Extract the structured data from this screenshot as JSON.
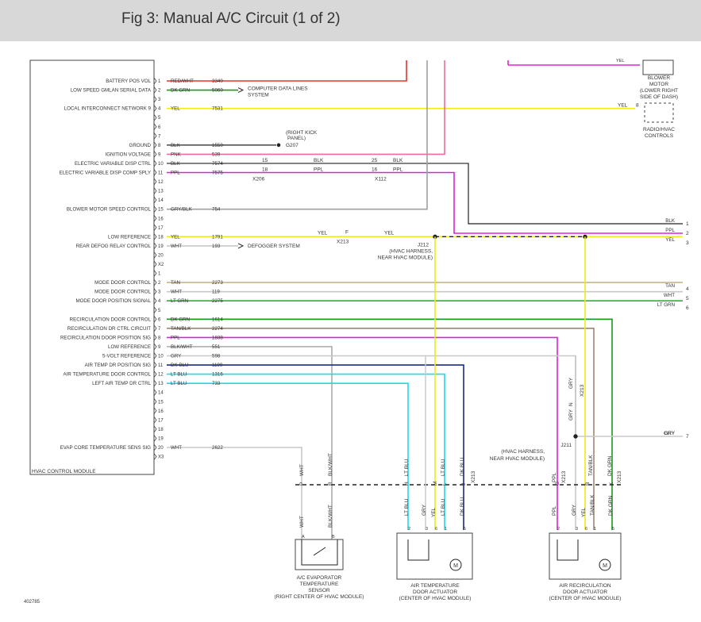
{
  "title": "Fig 3: Manual A/C Circuit (1 of 2)",
  "colors": {
    "red": "#e8322b",
    "pink": "#f06ca0",
    "magenta": "#e020d8",
    "yellow": "#f0ea18",
    "green": "#22bb22",
    "darkgreen": "#1a9a1a",
    "gray": "#a0a0a0",
    "lightgray": "#c8c8c8",
    "tan": "#c8b48c",
    "tanblk": "#9a8870",
    "darkblue": "#1a2a8a",
    "cyan": "#20d8e8",
    "black": "#222222",
    "purple": "#a020a0"
  },
  "module_name": "HVAC CONTROL MODULE",
  "pins": [
    {
      "pin": "1",
      "wire": "RED/WHT",
      "ckt": "3340",
      "label": "BATTERY POS VOL"
    },
    {
      "pin": "2",
      "wire": "DK GRN",
      "ckt": "5060",
      "label": "LOW SPEED GMLAN SERIAL DATA"
    },
    {
      "pin": "3",
      "wire": "",
      "ckt": "",
      "label": ""
    },
    {
      "pin": "4",
      "wire": "YEL",
      "ckt": "7531",
      "label": "LOCAL INTERCONNECT NETWORK 9"
    },
    {
      "pin": "5",
      "wire": "",
      "ckt": "",
      "label": ""
    },
    {
      "pin": "6",
      "wire": "",
      "ckt": "",
      "label": ""
    },
    {
      "pin": "7",
      "wire": "",
      "ckt": "",
      "label": ""
    },
    {
      "pin": "8",
      "wire": "BLK",
      "ckt": "1550",
      "label": "GROUND"
    },
    {
      "pin": "9",
      "wire": "PNK",
      "ckt": "539",
      "label": "IGNITION VOLTAGE"
    },
    {
      "pin": "10",
      "wire": "BLK",
      "ckt": "7574",
      "label": "ELECTRIC VARIABLE DISP CTRL"
    },
    {
      "pin": "11",
      "wire": "PPL",
      "ckt": "7575",
      "label": "ELECTRIC VARIABLE DISP COMP SPLY"
    },
    {
      "pin": "12",
      "wire": "",
      "ckt": "",
      "label": ""
    },
    {
      "pin": "13",
      "wire": "",
      "ckt": "",
      "label": ""
    },
    {
      "pin": "14",
      "wire": "",
      "ckt": "",
      "label": ""
    },
    {
      "pin": "15",
      "wire": "GRY/BLK",
      "ckt": "754",
      "label": "BLOWER MOTOR SPEED CONTROL"
    },
    {
      "pin": "16",
      "wire": "",
      "ckt": "",
      "label": ""
    },
    {
      "pin": "17",
      "wire": "",
      "ckt": "",
      "label": ""
    },
    {
      "pin": "18",
      "wire": "YEL",
      "ckt": "1791",
      "label": "LOW REFERENCE"
    },
    {
      "pin": "19",
      "wire": "WHT",
      "ckt": "193",
      "label": "REAR DEFOG RELAY CONTROL"
    },
    {
      "pin": "20",
      "wire": "",
      "ckt": "",
      "label": ""
    },
    {
      "pin": "X2",
      "wire": "",
      "ckt": "",
      "label": ""
    },
    {
      "pin": "1",
      "wire": "",
      "ckt": "",
      "label": ""
    },
    {
      "pin": "2",
      "wire": "TAN",
      "ckt": "2273",
      "label": "MODE DOOR CONTROL"
    },
    {
      "pin": "3",
      "wire": "WHT",
      "ckt": "119",
      "label": "MODE DOOR CONTROL"
    },
    {
      "pin": "4",
      "wire": "LT GRN",
      "ckt": "2275",
      "label": "MODE DOOR POSITION SIGNAL"
    },
    {
      "pin": "5",
      "wire": "",
      "ckt": "",
      "label": ""
    },
    {
      "pin": "6",
      "wire": "DK GRN",
      "ckt": "1614",
      "label": "RECIRCULATION DOOR CONTROL"
    },
    {
      "pin": "7",
      "wire": "TAN/BLK",
      "ckt": "2274",
      "label": "RECIRCULATION DR CTRL CIRCUIT"
    },
    {
      "pin": "8",
      "wire": "PPL",
      "ckt": "1838",
      "label": "RECIRCULATION DOOR POSITION SIG"
    },
    {
      "pin": "9",
      "wire": "BLK/WHT",
      "ckt": "551",
      "label": "LOW REFERENCE"
    },
    {
      "pin": "10",
      "wire": "GRY",
      "ckt": "598",
      "label": "5-VOLT REFERENCE"
    },
    {
      "pin": "11",
      "wire": "DK BLU",
      "ckt": "1199",
      "label": "AIR TEMP DR POSITION SIG"
    },
    {
      "pin": "12",
      "wire": "LT BLU",
      "ckt": "1316",
      "label": "AIR TEMPERATURE DOOR CONTROL"
    },
    {
      "pin": "13",
      "wire": "LT BLU",
      "ckt": "733",
      "label": "LEFT AIR TEMP DR CTRL"
    },
    {
      "pin": "14",
      "wire": "",
      "ckt": "",
      "label": ""
    },
    {
      "pin": "15",
      "wire": "",
      "ckt": "",
      "label": ""
    },
    {
      "pin": "16",
      "wire": "",
      "ckt": "",
      "label": ""
    },
    {
      "pin": "17",
      "wire": "",
      "ckt": "",
      "label": ""
    },
    {
      "pin": "18",
      "wire": "",
      "ckt": "",
      "label": ""
    },
    {
      "pin": "19",
      "wire": "",
      "ckt": "",
      "label": ""
    },
    {
      "pin": "20",
      "wire": "WHT",
      "ckt": "2622",
      "label": "EVAP CORE TEMPERATURE SENS SIG"
    },
    {
      "pin": "X3",
      "wire": "",
      "ckt": "",
      "label": ""
    }
  ],
  "notes": {
    "computer_data_1": "COMPUTER DATA LINES",
    "computer_data_2": "SYSTEM",
    "right_kick_1": "(RIGHT KICK",
    "right_kick_2": "PANEL)",
    "g207": "G207",
    "defogger": "DEFOGGER SYSTEM",
    "x206": "X206",
    "x112": "X112",
    "x213": "X213",
    "j212": "J212",
    "j212_1": "(HVAC HARNESS,",
    "j212_2": "NEAR HVAC MODULE)",
    "j211": "J211",
    "j211_1": "(HVAC HARNESS,",
    "j211_2": "NEAR HVAC MODULE)",
    "fig_id": "402785"
  },
  "mid_labels": {
    "c15": "15",
    "c18": "18",
    "c25": "25",
    "c16": "16",
    "blk_a": "BLK",
    "ppl_a": "PPL",
    "blk_b": "BLK",
    "ppl_b": "PPL",
    "yel_a": "YEL",
    "f": "F",
    "yel_b": "YEL",
    "yel_8": "YEL",
    "pin_8": "8"
  },
  "components": {
    "blower_1": "BLOWER",
    "blower_2": "MOTOR",
    "blower_3": "(LOWER RIGHT",
    "blower_4": "SIDE OF DASH)",
    "radio_1": "RADIO/HVAC",
    "radio_2": "CONTROLS",
    "yel_top": "YEL"
  },
  "continuations": [
    {
      "num": "1",
      "wire": "BLK"
    },
    {
      "num": "2",
      "wire": "PPL"
    },
    {
      "num": "3",
      "wire": "YEL"
    },
    {
      "num": "4",
      "wire": "TAN"
    },
    {
      "num": "5",
      "wire": "WHT"
    },
    {
      "num": "6",
      "wire": "LT GRN"
    },
    {
      "num": "7",
      "wire": "GRY"
    }
  ],
  "vertical_labels": {
    "v_wht": "WHT",
    "v_blkwht": "BLK/WHT",
    "v_ltblu_a": "LT BLU",
    "v_ltblu_b": "LT BLU",
    "v_dkblu": "DK BLU",
    "v_x213_a": "X213",
    "v_ppl": "PPL",
    "v_x213_b": "X213",
    "v_gry_n": "GRY",
    "v_x213_n": "X213",
    "v_gry_j": "GRY",
    "v_tanblk": "TAN/BLK",
    "v_dkgrn": "DK GRN",
    "v_x213_c": "X213",
    "conn_p": "P",
    "conn_r": "R",
    "conn_h": "H",
    "conn_m": "M",
    "conn_l": "L",
    "conn_j": "J",
    "conn_g": "G",
    "conn_n": "N",
    "conn_b": "B",
    "conn_k": "K",
    "b_wht": "WHT",
    "b_blkwht": "BLK/WHT",
    "b_ltblu": "LT BLU",
    "b_gry": "GRY",
    "b_yel": "YEL",
    "b_ltblu2": "LT BLU",
    "b_dkblu": "DK BLU",
    "b_ppl": "PPL",
    "b_gry2": "GRY",
    "b_yel2": "YEL",
    "b_tanblk": "TAN/BLK",
    "b_dkgrn": "DK GRN"
  },
  "sensors": {
    "evap_1": "A/C EVAPORATOR",
    "evap_2": "TEMPERATURE",
    "evap_3": "SENSOR",
    "evap_4": "(RIGHT CENTER OF HVAC MODULE)",
    "evap_a": "A",
    "evap_b": "B",
    "atd_1": "AIR TEMPERATURE",
    "atd_2": "DOOR ACTUATOR",
    "atd_3": "(CENTER OF HVAC MODULE)",
    "rcd_1": "AIR RECIRCULATION",
    "rcd_2": "DOOR ACTUATOR",
    "rcd_3": "(CENTER OF HVAC MODULE)",
    "pins_2": "2",
    "pins_3": "3",
    "pins_6": "6",
    "pins_1": "1",
    "pins_5": "5",
    "motor": "M"
  }
}
